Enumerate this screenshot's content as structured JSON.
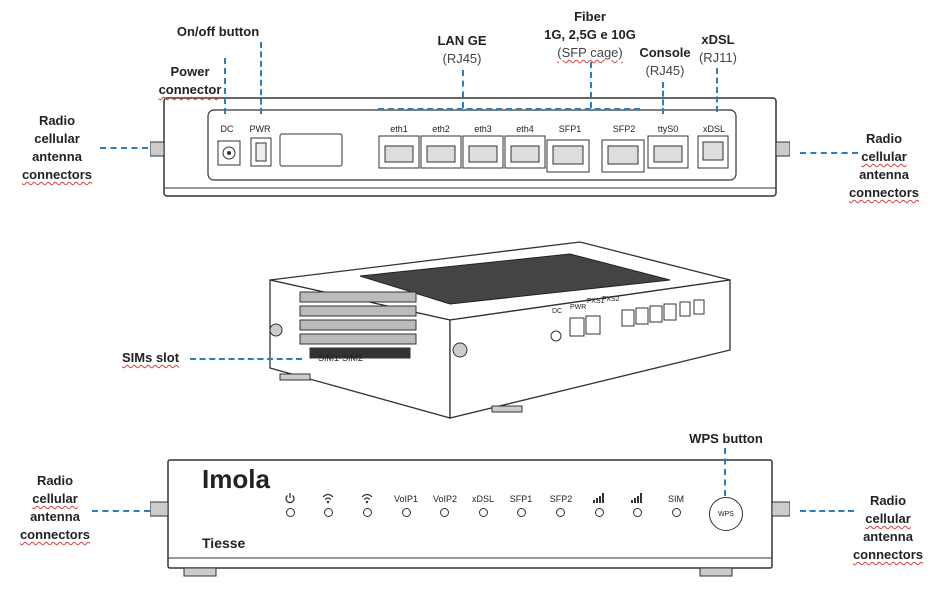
{
  "callouts": {
    "onoff": "On/off button",
    "power1": "Power",
    "power2": "connector",
    "lan_title": "LAN GE",
    "lan_sub": "(RJ45)",
    "fiber_title": "Fiber",
    "fiber_line2": "1G, 2,5G e 10G",
    "fiber_sub": "(SFP cage)",
    "console_title": "Console",
    "console_sub": "(RJ45)",
    "xdsl_title": "xDSL",
    "xdsl_sub": "(RJ11)",
    "radio_lines": [
      "Radio",
      "cellular",
      "antenna",
      "connectors"
    ],
    "sims_slot": "SIMs slot",
    "wps_button": "WPS button"
  },
  "back_panel": {
    "port_labels": [
      "DC",
      "PWR",
      "eth1",
      "eth2",
      "eth3",
      "eth4",
      "SFP1",
      "SFP2",
      "ttyS0",
      "xDSL"
    ]
  },
  "middle": {
    "sim_label": "SIM1-SIM2",
    "side_labels": [
      "DC",
      "PWR",
      "FXS1",
      "FXS2"
    ]
  },
  "front_panel": {
    "brand": "Imola",
    "maker": "Tiesse",
    "wps_label": "WPS",
    "led_labels": [
      "",
      "",
      "",
      "VoIP1",
      "VoIP2",
      "xDSL",
      "SFP1",
      "SFP2",
      "",
      "",
      "SIM"
    ],
    "led_icons": [
      "power-icon",
      "wifi-2g-icon",
      "wifi-5g-icon",
      "",
      "",
      "",
      "",
      "",
      "signal-1-icon",
      "signal-2-icon",
      ""
    ]
  }
}
